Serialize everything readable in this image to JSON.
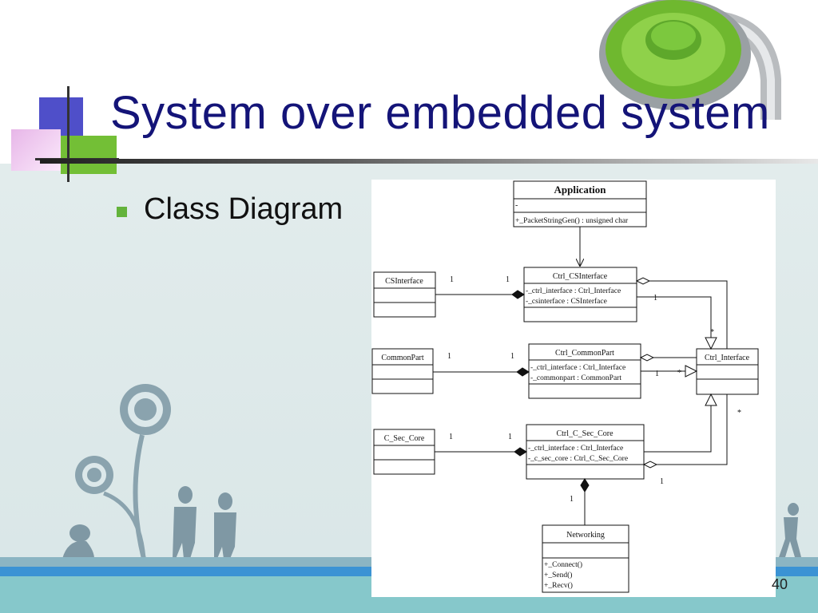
{
  "slide": {
    "title": "System over embedded system",
    "bullet": "Class Diagram",
    "page_number": "40"
  },
  "diagram": {
    "classes": {
      "application": {
        "name": "Application",
        "attr": "-",
        "op": "+_PacketStringGen() : unsigned char"
      },
      "csinterface": {
        "name": "CSInterface"
      },
      "ctrl_csinterface": {
        "name": "Ctrl_CSInterface",
        "attr1": "-_ctrl_interface : Ctrl_Interface",
        "attr2": "-_csinterface : CSInterface"
      },
      "commonpart": {
        "name": "CommonPart"
      },
      "ctrl_commonpart": {
        "name": "Ctrl_CommonPart",
        "attr1": "-_ctrl_interface : Ctrl_Interface",
        "attr2": "-_commonpart : CommonPart"
      },
      "ctrl_interface": {
        "name": "Ctrl_Interface"
      },
      "c_sec_core": {
        "name": "C_Sec_Core"
      },
      "ctrl_c_sec_core": {
        "name": "Ctrl_C_Sec_Core",
        "attr1": "-_ctrl_interface : Ctrl_Interface",
        "attr2": "-_c_sec_core : Ctrl_C_Sec_Core"
      },
      "networking": {
        "name": "Networking",
        "op1": "+_Connect()",
        "op2": "+_Send()",
        "op3": "+_Recv()"
      }
    },
    "multiplicities": {
      "one": "1",
      "many": "*"
    }
  }
}
